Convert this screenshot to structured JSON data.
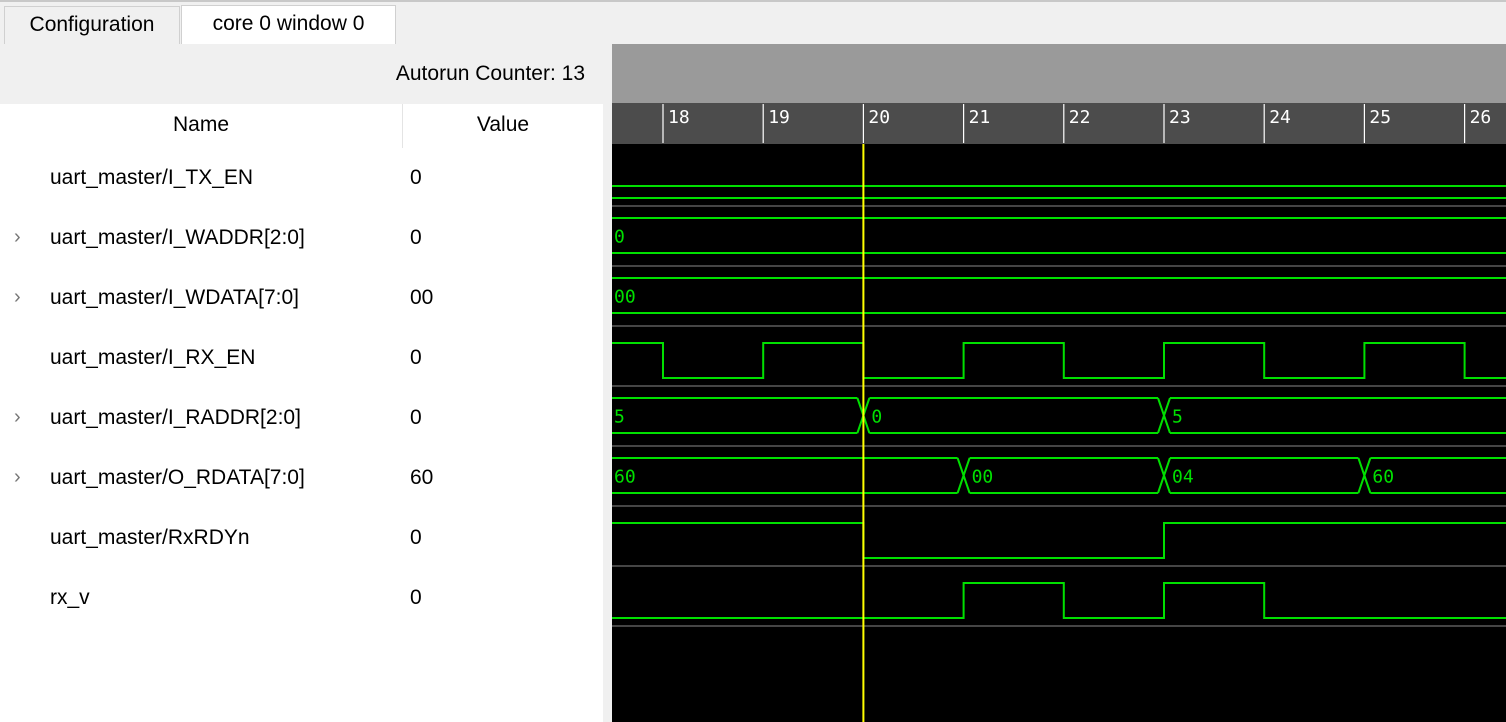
{
  "tabs": [
    {
      "label": "Configuration",
      "active": false
    },
    {
      "label": "core 0 window 0",
      "active": true
    }
  ],
  "autorun_counter": "Autorun Counter: 13",
  "columns": {
    "name": "Name",
    "value": "Value"
  },
  "signals": [
    {
      "name": "uart_master/I_TX_EN",
      "value": "0",
      "expandable": false
    },
    {
      "name": "uart_master/I_WADDR[2:0]",
      "value": "0",
      "expandable": true
    },
    {
      "name": "uart_master/I_WDATA[7:0]",
      "value": "00",
      "expandable": true
    },
    {
      "name": "uart_master/I_RX_EN",
      "value": "0",
      "expandable": false
    },
    {
      "name": "uart_master/I_RADDR[2:0]",
      "value": "0",
      "expandable": true
    },
    {
      "name": "uart_master/O_RDATA[7:0]",
      "value": "60",
      "expandable": true
    },
    {
      "name": "uart_master/RxRDYn",
      "value": "0",
      "expandable": false
    },
    {
      "name": "rx_v",
      "value": "0",
      "expandable": false
    }
  ],
  "timeline": {
    "ticks": [
      "18",
      "19",
      "20",
      "21",
      "22",
      "23",
      "24",
      "25",
      "26"
    ],
    "cursor_at": 20
  },
  "waves": {
    "I_TX_EN": {
      "type": "bit",
      "levels": [
        0
      ]
    },
    "I_WADDR": {
      "type": "bus",
      "segments": [
        {
          "from": 17.5,
          "label": "0"
        }
      ]
    },
    "I_WDATA": {
      "type": "bus",
      "segments": [
        {
          "from": 17.5,
          "label": "00"
        }
      ]
    },
    "I_RX_EN": {
      "type": "bit",
      "start": 17.5,
      "edges": [
        [
          17.5,
          1
        ],
        [
          18,
          0
        ],
        [
          19,
          1
        ],
        [
          20,
          0
        ],
        [
          21,
          1
        ],
        [
          22,
          0
        ],
        [
          23,
          1
        ],
        [
          24,
          0
        ],
        [
          25,
          1
        ],
        [
          26,
          0
        ]
      ]
    },
    "I_RADDR": {
      "type": "bus",
      "segments": [
        {
          "from": 17.5,
          "label": "5"
        },
        {
          "from": 20,
          "label": "0"
        },
        {
          "from": 23,
          "label": "5"
        }
      ]
    },
    "O_RDATA": {
      "type": "bus",
      "segments": [
        {
          "from": 17.5,
          "label": "60"
        },
        {
          "from": 21,
          "label": "00"
        },
        {
          "from": 23,
          "label": "04"
        },
        {
          "from": 25,
          "label": "60"
        }
      ]
    },
    "RxRDYn": {
      "type": "bit",
      "edges": [
        [
          17.5,
          1
        ],
        [
          20,
          0
        ],
        [
          23,
          1
        ]
      ]
    },
    "rx_v": {
      "type": "bit",
      "edges": [
        [
          17.5,
          0
        ],
        [
          21,
          1
        ],
        [
          22,
          0
        ],
        [
          23,
          1
        ],
        [
          24,
          0
        ]
      ]
    }
  },
  "colors": {
    "wave": "#00e000",
    "cursor": "#ffff00",
    "background": "#000000",
    "ruler": "#4c4c4c",
    "separator": "#8a8a8a"
  }
}
